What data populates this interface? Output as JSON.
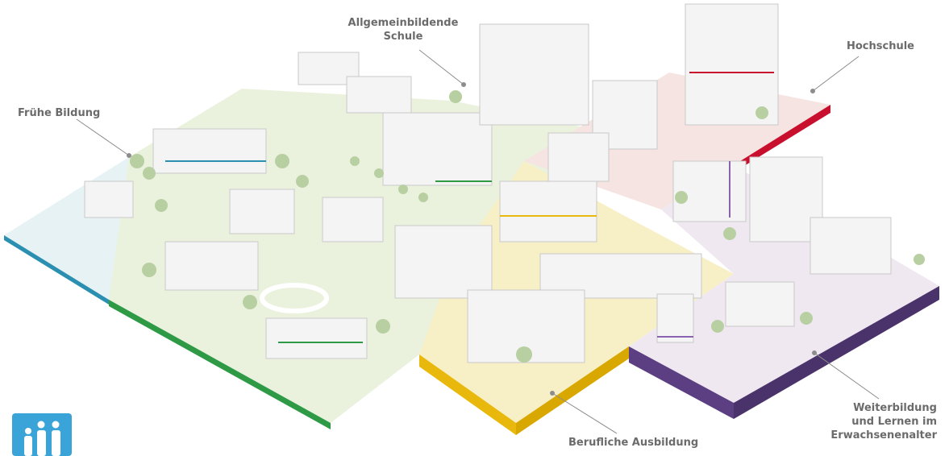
{
  "labels": {
    "allgemeinbildende": "Allgemeinbildende\nSchule",
    "hochschule": "Hochschule",
    "fruehe_bildung": "Frühe Bildung",
    "weiterbildung": "Weiterbildung\nund Lernen im\nErwachsenenalter",
    "berufliche_ausbildung": "Berufliche Ausbildung"
  },
  "colors": {
    "fruehe_bildung": "#2a8fb0",
    "allgemeinbildende": "#2e9a46",
    "berufliche_ausbildung": "#e8b90c",
    "hochschule": "#c8102e",
    "weiterbildung": "#5b3f82",
    "logo": "#3aa3d8"
  },
  "icons": {
    "logo": "family-education-logo-icon"
  }
}
